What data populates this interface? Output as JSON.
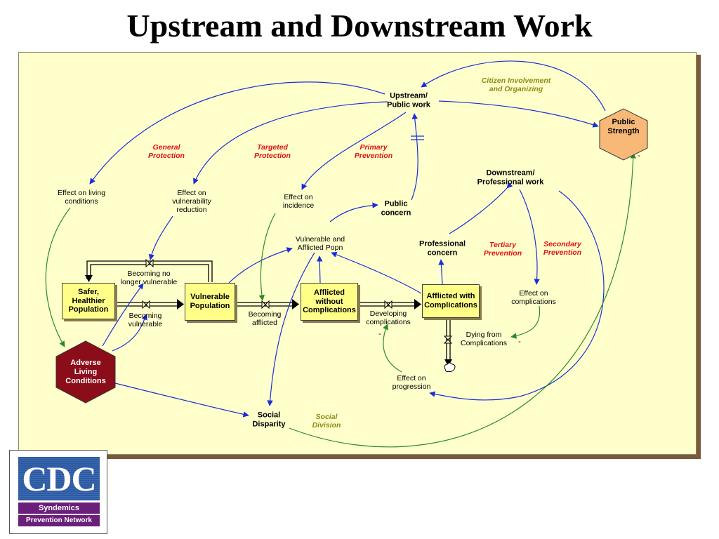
{
  "title": "Upstream and Downstream Work",
  "stocks": {
    "safer": "Safer,\nHealthier\nPopulation",
    "vulnerable": "Vulnerable\nPopulation",
    "afflicted_without": "Afflicted\nwithout\nComplications",
    "afflicted_with": "Afflicted with\nComplications"
  },
  "hexagons": {
    "adverse": "Adverse\nLiving\nConditions",
    "public_strength": "Public\nStrength"
  },
  "variables": {
    "upstream": "Upstream/\nPublic work",
    "downstream": "Downstream/\nProfessional work",
    "public_concern": "Public\nconcern",
    "professional_concern": "Professional\nconcern",
    "social_disparity": "Social\nDisparity",
    "effect_living": "Effect on living\nconditions",
    "effect_vuln_reduction": "Effect on\nvulnerability\nreduction",
    "effect_incidence": "Effect on\nincidence",
    "vuln_afflicted_popn": "Vulnerable and\nAfflicted Popn",
    "becoming_no_longer": "Becoming no\nlonger vulnerable",
    "becoming_vulnerable": "Becoming\nvulnerable",
    "becoming_afflicted": "Becoming\nafflicted",
    "developing_complications": "Developing\ncomplications",
    "dying": "Dying from\nComplications",
    "effect_complications": "Effect on\ncomplications",
    "effect_progression": "Effect on\nprogression"
  },
  "loop_labels": {
    "general": "General\nProtection",
    "targeted": "Targeted\nProtection",
    "primary": "Primary\nPrevention",
    "tertiary": "Tertiary\nPrevention",
    "secondary": "Secondary\nPrevention",
    "citizen": "Citizen Involvement\nand Organizing",
    "social_division": "Social\nDivision"
  },
  "signs": {
    "minus": "-"
  },
  "logo": {
    "mark": "CDC",
    "line1": "Syndemics",
    "line2": "Prevention Network"
  },
  "colors": {
    "panel": "#ffffcc",
    "stock": "#ffff88",
    "adverse": "#8b0d1a",
    "public_strength": "#f8b878",
    "arrow_blue": "#1a2ed8",
    "arrow_green": "#2a8a2a",
    "label_red": "#e01010",
    "label_olive": "#8c8c10"
  }
}
